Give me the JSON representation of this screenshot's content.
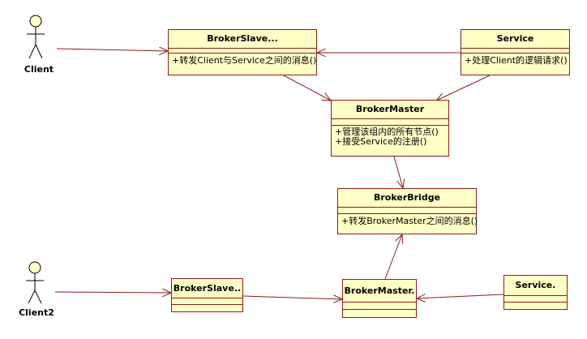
{
  "classes": {
    "broker_slave_top": {
      "name": "BrokerSlave...",
      "ops": [
        "+转发Client与Service之间的消息()"
      ]
    },
    "service_top": {
      "name": "Service",
      "ops": [
        "+处理Client的逻辑请求()"
      ]
    },
    "broker_master_top": {
      "name": "BrokerMaster",
      "ops": [
        "+管理该组内的所有节点()",
        "+接受Service的注册()"
      ]
    },
    "broker_bridge": {
      "name": "BrokerBridge",
      "ops": [
        "+转发BrokerMaster之间的消息()"
      ]
    },
    "broker_slave_bottom": {
      "name": "BrokerSlave.."
    },
    "broker_master_bottom": {
      "name": "BrokerMaster."
    },
    "service_bottom": {
      "name": "Service."
    }
  },
  "actors": {
    "client": "Client",
    "client2": "Client2"
  },
  "colors": {
    "line": "#8c1c1c",
    "box_fill": "#ffffc6"
  }
}
